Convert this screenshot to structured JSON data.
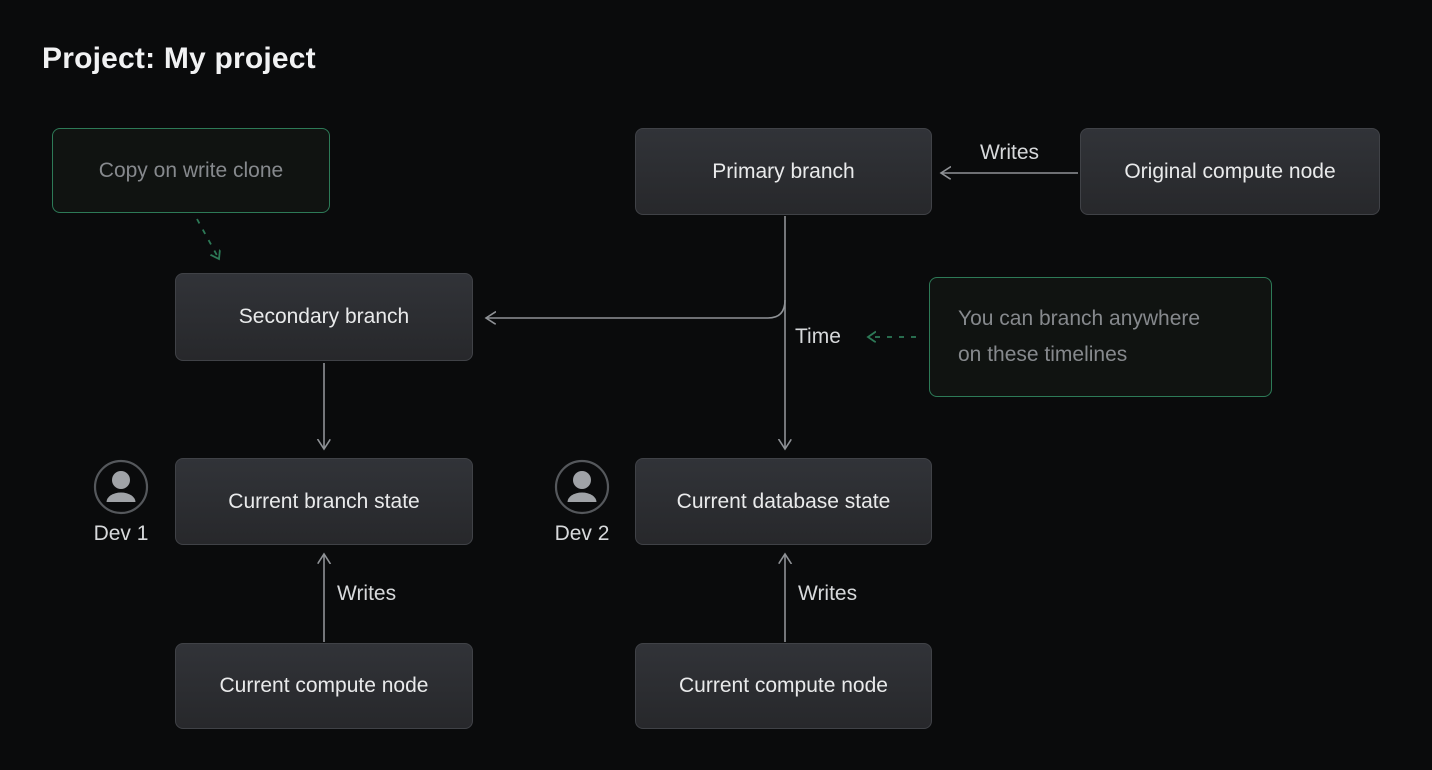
{
  "title": "Project: My project",
  "nodes": {
    "copy_on_write_clone": "Copy on write clone",
    "primary_branch": "Primary branch",
    "original_compute_node": "Original compute node",
    "secondary_branch": "Secondary branch",
    "current_branch_state": "Current branch state",
    "current_database_state": "Current database state",
    "current_compute_node": "Current compute node",
    "branch_note": {
      "line1": "You can branch anywhere",
      "line2": "on these timelines"
    }
  },
  "labels": {
    "writes_top": "Writes",
    "writes_left": "Writes",
    "writes_right": "Writes",
    "time": "Time",
    "dev1": "Dev 1",
    "dev2": "Dev 2"
  },
  "colors": {
    "bg": "#0a0b0c",
    "accent_green": "#2d7a57",
    "line_gray": "#8f9296",
    "node_border": "#404247",
    "node_text": "#e9eaeb",
    "muted_text": "#86898d",
    "label_text": "#d7d9db",
    "title_text": "#f1f2f3",
    "note_bg": "#101311"
  }
}
